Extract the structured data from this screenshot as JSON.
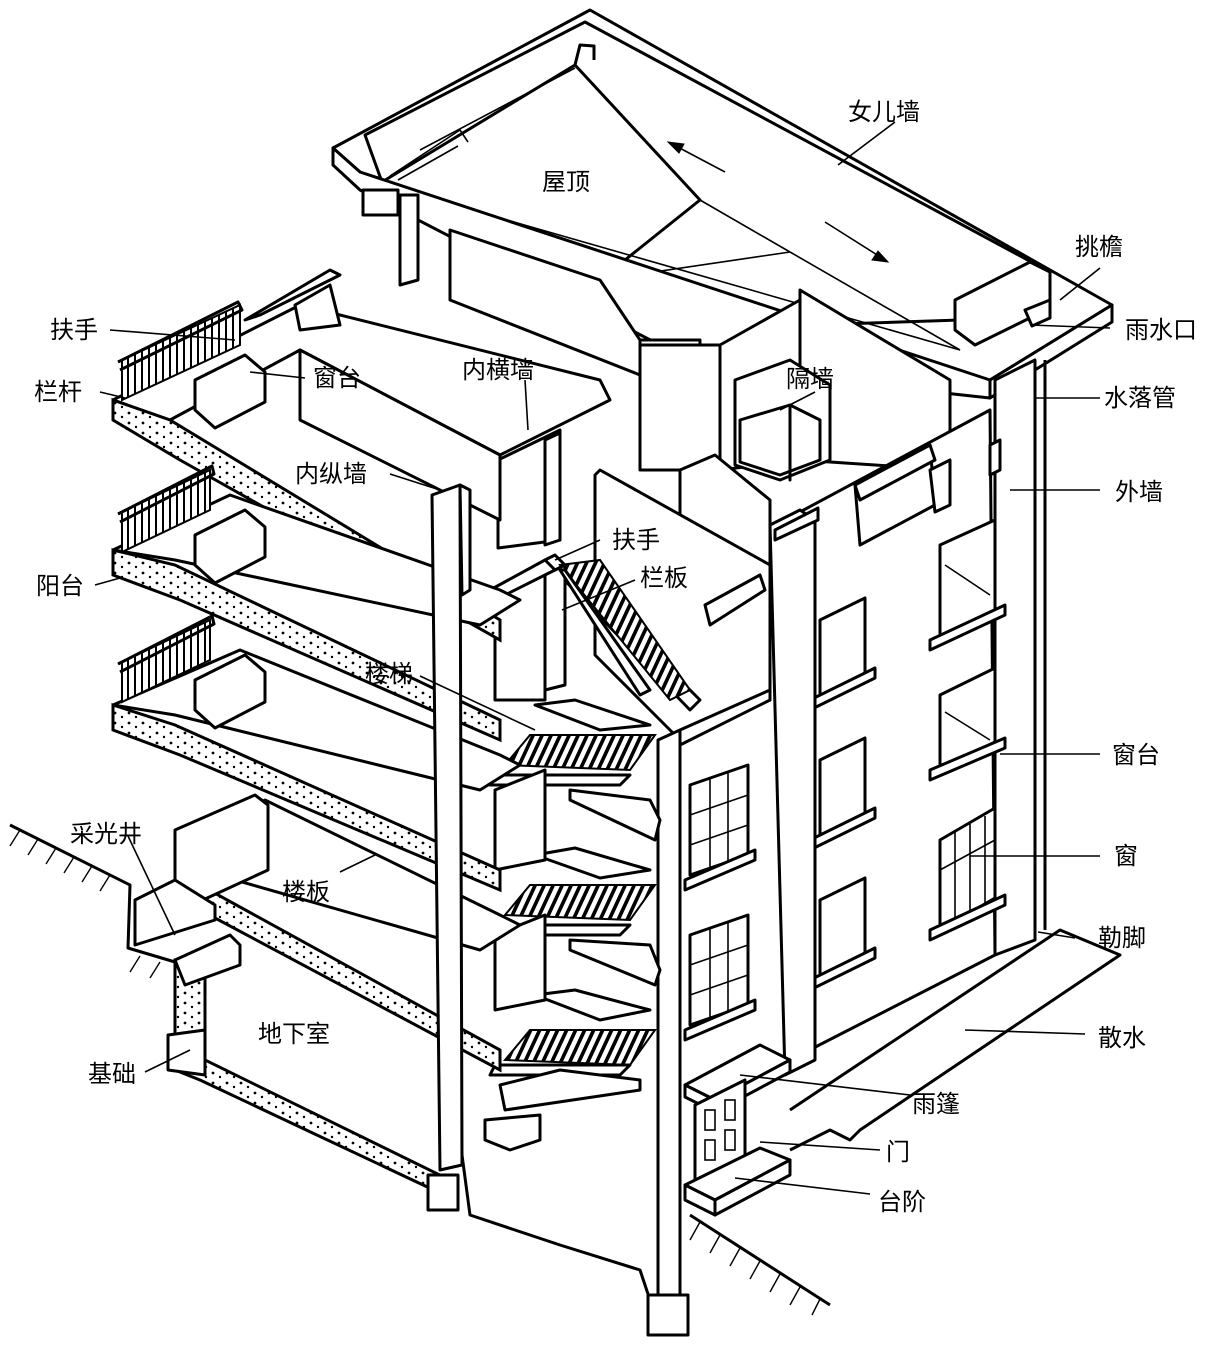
{
  "labels": {
    "nuerqiang": "女儿墙",
    "wuding": "屋顶",
    "tiaoyan": "挑檐",
    "yushuikou": "雨水口",
    "fushou_left": "扶手",
    "langan": "栏杆",
    "chuangtai_top": "窗台",
    "neihengqiang": "内横墙",
    "geqiang": "隔墙",
    "shuiluoguan": "水落管",
    "neizongqiang": "内纵墙",
    "waiqiang": "外墙",
    "fushou_stair": "扶手",
    "lanban": "栏板",
    "yangtai": "阳台",
    "louti": "楼梯",
    "chuangtai_right": "窗台",
    "caiguangjing": "采光井",
    "chuang": "窗",
    "louban": "楼板",
    "lejiao": "勒脚",
    "dixiashi": "地下室",
    "sanshui": "散水",
    "jichu": "基础",
    "yupeng": "雨篷",
    "men": "门",
    "taijie": "台阶"
  }
}
